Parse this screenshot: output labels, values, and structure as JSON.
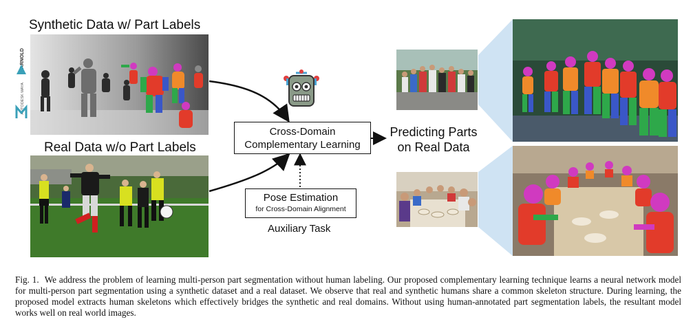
{
  "figure": {
    "synthetic_title": "Synthetic Data w/ Part Labels",
    "real_title": "Real Data w/o Part Labels",
    "cdcl_line1": "Cross-Domain",
    "cdcl_line2": "Complementary Learning",
    "pose_line1": "Pose Estimation",
    "pose_line2": "for Cross-Domain Alignment",
    "aux_label": "Auxiliary Task",
    "predict_line1": "Predicting Parts",
    "predict_line2": "on Real Data",
    "logo_brand": "AUTODESK MAYA",
    "logo_arnold": "ARNOLD",
    "robot_icon": "robot-icon"
  },
  "caption": {
    "label": "Fig. 1.",
    "text": "We address the problem of learning multi-person part segmentation without human labeling. Our proposed complementary learning technique learns a neural network model for multi-person part segmentation using a synthetic dataset and a real dataset. We observe that real and synthetic humans share a common skeleton structure. During learning, the proposed model extracts human skeletons which effectively bridges the synthetic and real domains. Without using human-annotated part segmentation labels, the resultant model works well on real world images."
  },
  "colors": {
    "zoom_blue": "#cfe3f3",
    "grass": "#3f7a2a",
    "seg_red": "#e23b2a",
    "seg_orange": "#f08a2a",
    "seg_green": "#2ea84a",
    "seg_blue": "#3a57c8",
    "seg_magenta": "#d03ac0"
  }
}
